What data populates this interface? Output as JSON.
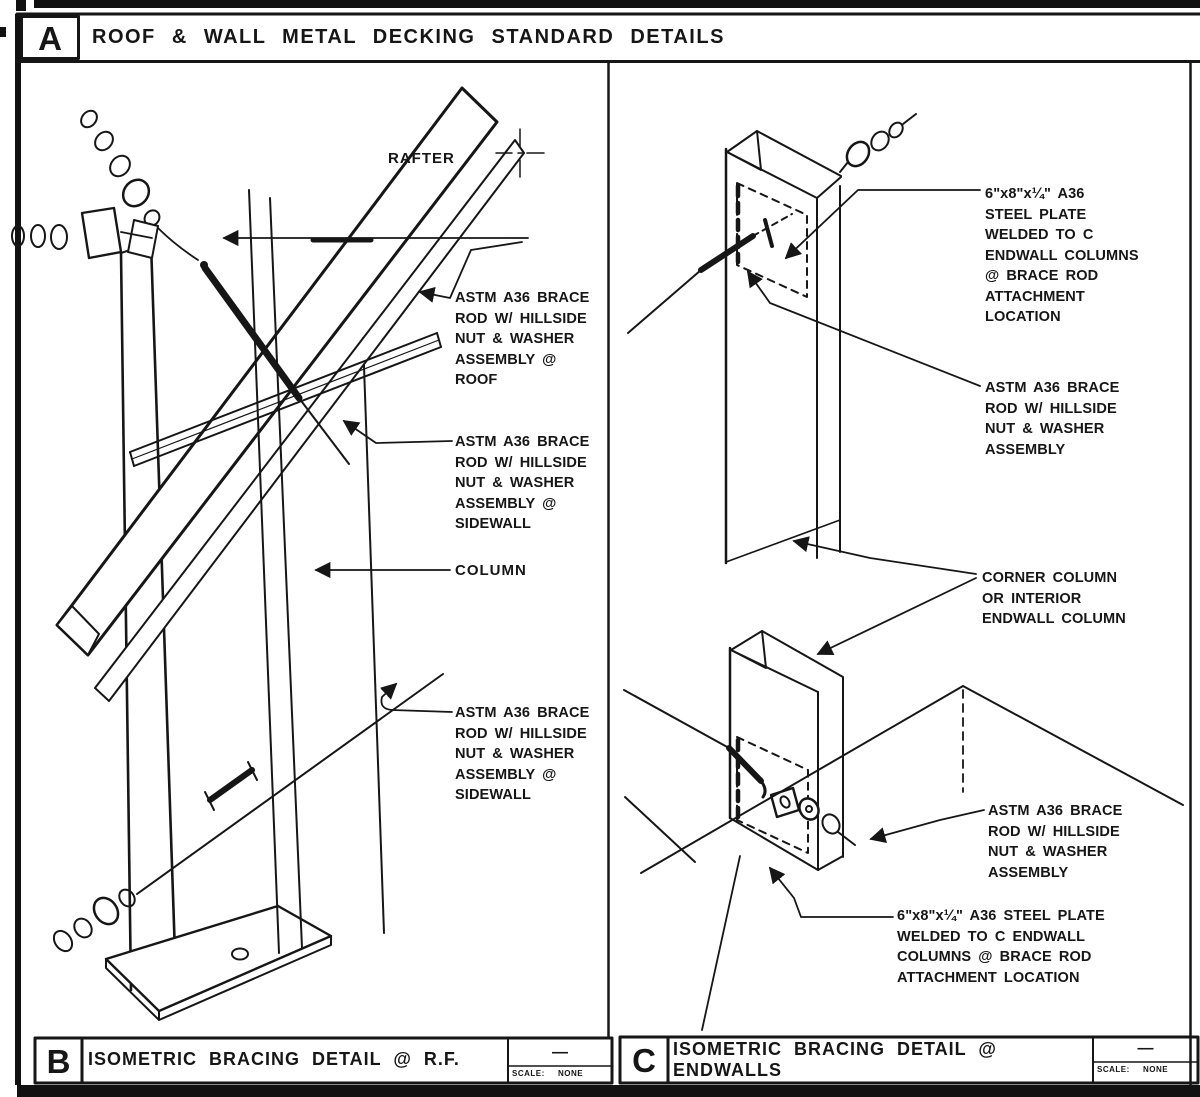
{
  "sheet": {
    "paper": "#ffffff",
    "ink": "#161616",
    "header": {
      "index": "A",
      "title": "ROOF & WALL METAL DECKING STANDARD DETAILS"
    },
    "panel_b": {
      "index": "B",
      "title": "ISOMETRIC BRACING DETAIL @ R.F.",
      "scale": {
        "dash": "—",
        "label": "SCALE:",
        "value": "NONE"
      },
      "callouts": {
        "rafter": "RAFTER",
        "column": "COLUMN",
        "brace_roof": "ASTM A36 BRACE\nROD W/ HILLSIDE\nNUT & WASHER\nASSEMBLY @\nROOF",
        "brace_sidewall_upper": "ASTM A36 BRACE\nROD W/ HILLSIDE\nNUT & WASHER\nASSEMBLY @\nSIDEWALL",
        "brace_sidewall_lower": "ASTM A36 BRACE\nROD W/ HILLSIDE\nNUT & WASHER\nASSEMBLY @\nSIDEWALL"
      }
    },
    "panel_c": {
      "index": "C",
      "title": "ISOMETRIC BRACING DETAIL @\nENDWALLS",
      "scale": {
        "dash": "—",
        "label": "SCALE:",
        "value": "NONE"
      },
      "callouts": {
        "plate_upper": "6\"x8\"x¼\" A36\nSTEEL PLATE\nWELDED TO C\nENDWALL COLUMNS\n@ BRACE ROD\nATTACHMENT\nLOCATION",
        "brace_upper": "ASTM A36 BRACE\nROD W/ HILLSIDE\nNUT & WASHER\nASSEMBLY",
        "corner_column": "CORNER COLUMN\nOR INTERIOR\nENDWALL COLUMN",
        "brace_lower": "ASTM A36 BRACE\nROD W/ HILLSIDE\nNUT & WASHER\nASSEMBLY",
        "plate_lower": "6\"x8\"x¼\" A36 STEEL PLATE\nWELDED TO C ENDWALL\nCOLUMNS @ BRACE ROD\nATTACHMENT LOCATION"
      }
    }
  }
}
